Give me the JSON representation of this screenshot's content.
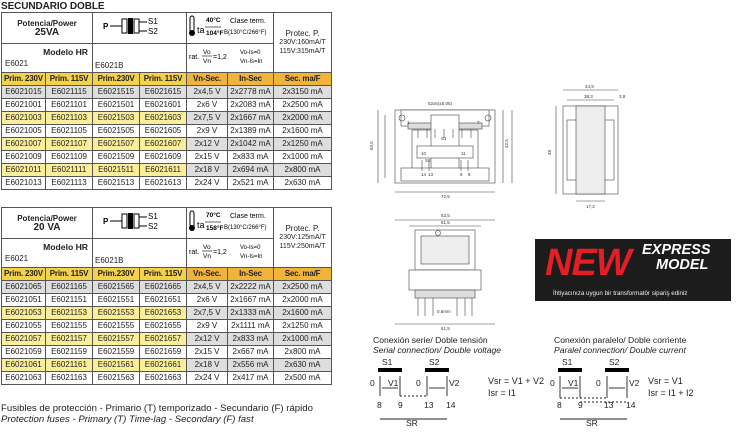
{
  "section_title": "SECUNDARIO DOBLE",
  "table1": {
    "power_label": "Potencia/Power",
    "power_value": "25VA",
    "s1": "S1",
    "s2": "S2",
    "ta_temp": "40°C",
    "ta_f": "104°F",
    "ta": "ta",
    "clase": "Clase term.",
    "clase_val": "B(130°C/266°F)",
    "protec": "Protec. P.",
    "protec_230": "230V:160mA/T",
    "protec_115": "115V:315mA/T",
    "modelo_hr": "Modelo HR",
    "code_a": "E6021",
    "code_b": "E6021B",
    "rat": "rat.",
    "rat_frac_top": "Vo",
    "rat_frac_bot": "Vn",
    "rat_val": "=1,2",
    "vo_line": "Vo-Is=0",
    "vn_line": "Vn-Is=In",
    "headers": [
      "Prim. 230V",
      "Prim. 115V",
      "Prim.230V",
      "Prim. 115V",
      "Vn-Sec.",
      "In-Sec",
      "Sec. ma/F"
    ],
    "rows": [
      [
        "E6021015",
        "E6021115",
        "E6021515",
        "E6021615",
        "2x4,5 V",
        "2x2778 mA",
        "2x3150 mA"
      ],
      [
        "E6021001",
        "E6021101",
        "E6021501",
        "E6021601",
        "2x6 V",
        "2x2083 mA",
        "2x2500 mA"
      ],
      [
        "E6021003",
        "E6021103",
        "E6021503",
        "E6021603",
        "2x7,5 V",
        "2x1667 mA",
        "2x2000 mA"
      ],
      [
        "E6021005",
        "E6021105",
        "E6021505",
        "E6021605",
        "2x9 V",
        "2x1389 mA",
        "2x1600 mA"
      ],
      [
        "E6021007",
        "E6021107",
        "E6021507",
        "E6021607",
        "2x12 V",
        "2x1042 mA",
        "2x1250 mA"
      ],
      [
        "E6021009",
        "E6021109",
        "E6021509",
        "E6021609",
        "2x15 V",
        "2x833 mA",
        "2x1000 mA"
      ],
      [
        "E6021011",
        "E6021111",
        "E6021511",
        "E6021611",
        "2x18 V",
        "2x694 mA",
        "2x800 mA"
      ],
      [
        "E6021013",
        "E6021113",
        "E6021513",
        "E6021613",
        "2x24 V",
        "2x521 mA",
        "2x630 mA"
      ]
    ]
  },
  "table2": {
    "power_label": "Potencia/Power",
    "power_value": "20 VA",
    "s1": "S1",
    "s2": "S2",
    "ta_temp": "70°C",
    "ta_f": "158°F",
    "ta": "ta",
    "clase": "Clase term.",
    "clase_val": "B(130°C/266°F)",
    "protec": "Protec. P.",
    "protec_230": "230V:125mA/T",
    "protec_115": "115V:250mA/T",
    "modelo_hr": "Modelo HR",
    "code_a": "E6021",
    "code_b": "E6021B",
    "rat": "rat.",
    "rat_frac_top": "Vo",
    "rat_frac_bot": "Vn",
    "rat_val": "=1,2",
    "vo_line": "Vo-Is=0",
    "vn_line": "Vn-Is=In",
    "headers": [
      "Prim. 230V",
      "Prim. 115V",
      "Prim.230V",
      "Prim. 115V",
      "Vn-Sec.",
      "In-Sec",
      "Sec. ma/F"
    ],
    "rows": [
      [
        "E6021065",
        "E6021165",
        "E6021565",
        "E6021665",
        "2x4,5 V",
        "2x2222 mA",
        "2x2500 mA"
      ],
      [
        "E6021051",
        "E6021151",
        "E6021551",
        "E6021651",
        "2x6 V",
        "2x1667 mA",
        "2x2000 mA"
      ],
      [
        "E6021053",
        "E6021153",
        "E6021553",
        "E6021653",
        "2x7,5 V",
        "2x1333 mA",
        "2x1600 mA"
      ],
      [
        "E6021055",
        "E6021155",
        "E6021555",
        "E6021655",
        "2x9 V",
        "2x1111 mA",
        "2x1250 mA"
      ],
      [
        "E6021057",
        "E6021157",
        "E6021557",
        "E6021657",
        "2x12 V",
        "2x833 mA",
        "2x1000 mA"
      ],
      [
        "E6021059",
        "E6021159",
        "E6021559",
        "E6021659",
        "2x15 V",
        "2x667 mA",
        "2x800 mA"
      ],
      [
        "E6021061",
        "E6021161",
        "E6021561",
        "E6021661",
        "2x18 V",
        "2x556 mA",
        "2x630 mA"
      ],
      [
        "E6021063",
        "E6021163",
        "E6021563",
        "E6021663",
        "2x24 V",
        "2x417 mA",
        "2x500 mA"
      ]
    ]
  },
  "fuse_es": "Fusibles de protección - Primario (T) temporizado - Secundario (F) rápido",
  "fuse_en": "Protection fuses - Primary (T) Time-lag - Secondary (F) fast",
  "drawing": {
    "dim_width_top": "44,9",
    "dim_38_3": "38,3",
    "dim_3_8": "3,8",
    "dim_17_2": "17,2",
    "dim_72_5": "72,5",
    "dim_63_5": "63,5",
    "dim_61_5": "61,5",
    "dim_52x": "52x5(±0.05)",
    "dim_42_5": "42,5",
    "dim_48": "48",
    "dim_0_6": "0,6mm",
    "pins_top_left": "1",
    "pins_top_right": "7",
    "pin_s1": "S1",
    "pin_s2": "S2",
    "pin_8": "8",
    "pin_9": "9",
    "pin_13": "13",
    "pin_14": "14",
    "label_10": "10",
    "label_11": "11"
  },
  "banner": {
    "new": "NEW",
    "express": "EXPRESS",
    "model": "MODEL",
    "text": "İhtiyacınıza uygun bir transformatör sipariş ediniz"
  },
  "series": {
    "title_es": "Conexión serie/ Doble tensión",
    "title_en": "Serial connection/ Double voltage",
    "eq1": "Vsr = V1 + V2",
    "eq2": "Isr = I1",
    "s1": "S1",
    "s2": "S2",
    "v1": "V1",
    "v2": "V2",
    "p8": "8",
    "p9": "9",
    "p13": "13",
    "p14": "14",
    "z1": "0",
    "z2": "0",
    "sr": "SR"
  },
  "parallel": {
    "title_es": "Conexión paralelo/ Doble corriente",
    "title_en": "Paralel connection/ Double current",
    "eq1": "Vsr = V1",
    "eq2": "Isr = I1 + I2",
    "s1": "S1",
    "s2": "S2",
    "v1": "V1",
    "v2": "V2",
    "p8": "8",
    "p9": "9",
    "p13": "13",
    "p14": "14",
    "z1": "0",
    "z2": "0",
    "sr": "SR"
  }
}
